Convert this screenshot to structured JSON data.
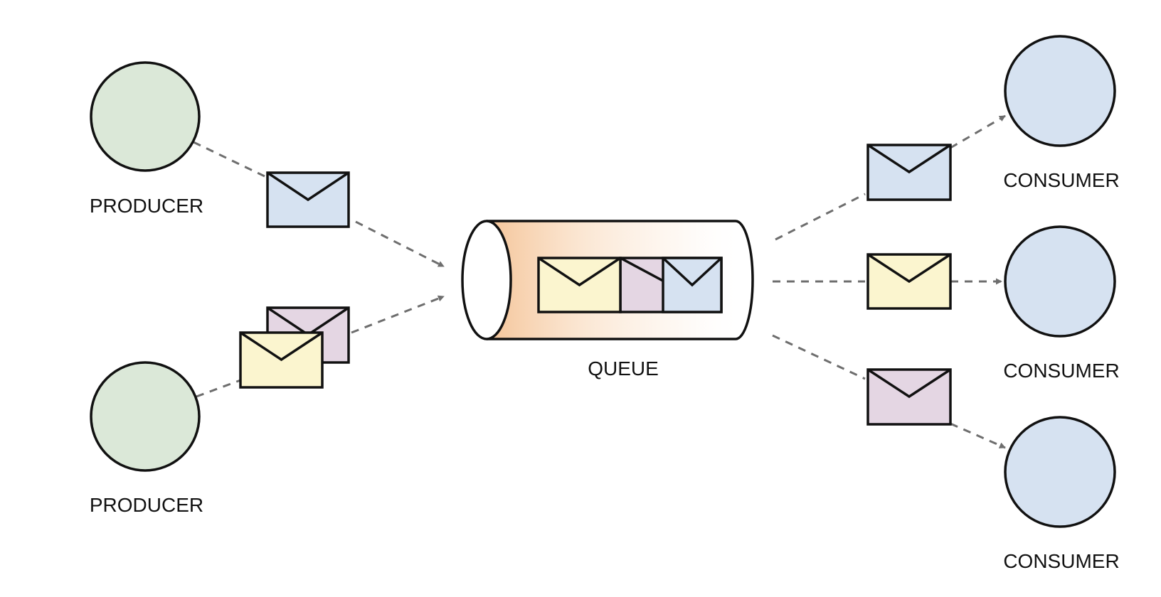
{
  "labels": {
    "producer_top": "PRODUCER",
    "producer_bottom": "PRODUCER",
    "queue": "QUEUE",
    "consumer_top": "CONSUMER",
    "consumer_middle": "CONSUMER",
    "consumer_bottom": "CONSUMER"
  },
  "colors": {
    "producer_fill": "#dbe8d8",
    "consumer_fill": "#d6e2f1",
    "message_blue": "#d6e2f1",
    "message_yellow": "#fbf5cf",
    "message_purple": "#e4d6e3",
    "queue_glow": "#f5c9a0",
    "outline": "#111111",
    "arrow": "#6e6e6e"
  },
  "icons": {
    "message": "envelope-icon",
    "queue": "cylinder-shape",
    "arrow": "dashed-arrow"
  }
}
